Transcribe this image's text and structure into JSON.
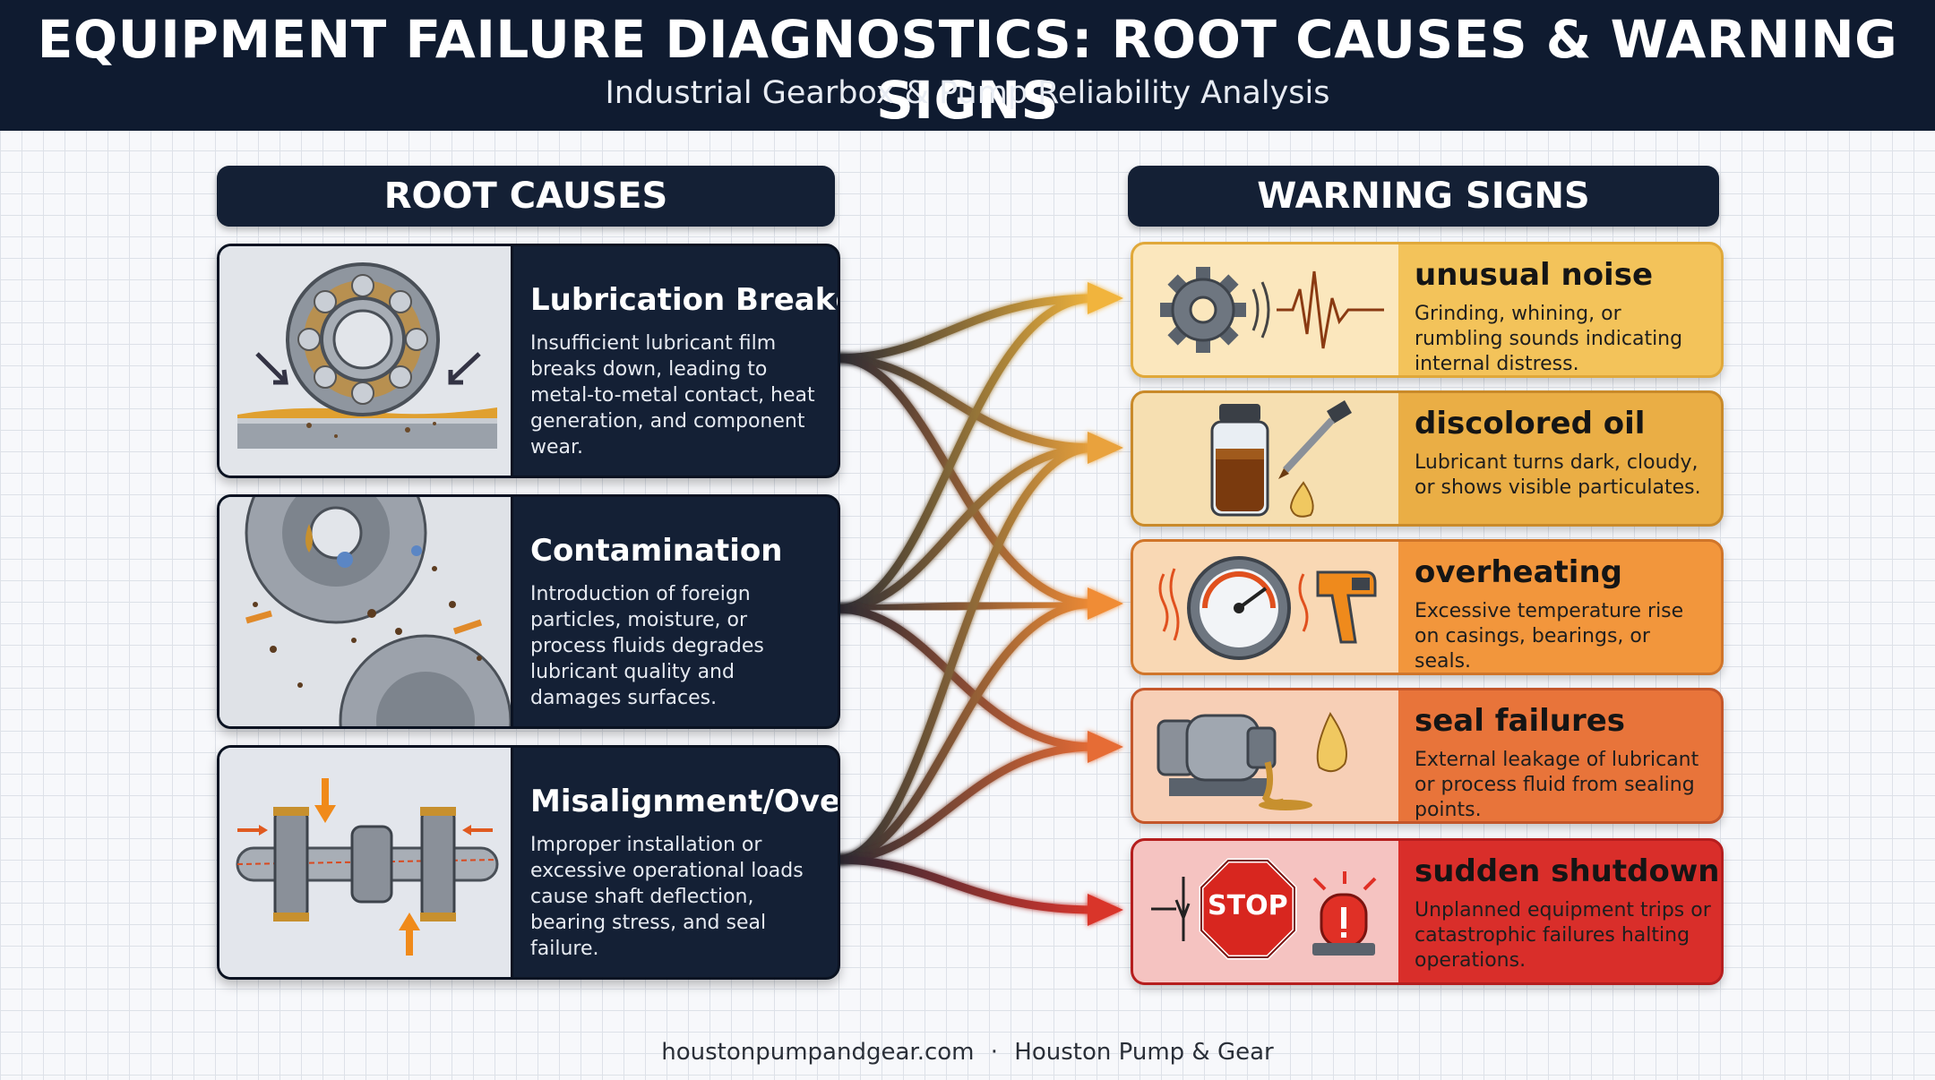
{
  "header": {
    "title": "EQUIPMENT FAILURE DIAGNOSTICS: ROOT CAUSES & WARNING SIGNS",
    "subtitle": "Industrial Gearbox & Pump Reliability Analysis"
  },
  "columns": {
    "left": "ROOT CAUSES",
    "right": "WARNING SIGNS"
  },
  "root_causes": [
    {
      "title": "Lubrication Breakdown",
      "description": "Insufficient lubricant film breaks down, leading to metal-to-metal contact, heat generation, and component wear.",
      "icon": "ball-bearing-icon"
    },
    {
      "title": "Contamination",
      "description": "Introduction of foreign particles, moisture, or process fluids degrades lubricant quality and damages surfaces.",
      "icon": "meshing-gears-icon"
    },
    {
      "title": "Misalignment/Overload",
      "description": "Improper installation or excessive operational loads cause shaft deflection, bearing stress, and seal failure.",
      "icon": "misaligned-shaft-icon"
    }
  ],
  "warning_signs": [
    {
      "title": "unusual noise",
      "description": "Grinding, whining, or rumbling sounds indicating internal distress.",
      "color": "#f3c35a",
      "icon": "gear-soundwave-icon"
    },
    {
      "title": "discolored oil",
      "description": "Lubricant turns dark, cloudy, or shows visible particulates.",
      "color": "#eaae45",
      "icon": "oil-sample-icon"
    },
    {
      "title": "overheating",
      "description": "Excessive temperature rise on casings, bearings, or seals.",
      "color": "#f2963c",
      "icon": "temperature-gauge-icon"
    },
    {
      "title": "seal failures",
      "description": "External leakage of lubricant or process fluid from sealing points.",
      "color": "#e8743a",
      "icon": "leaking-pump-icon"
    },
    {
      "title": "sudden shutdowns",
      "description": "Unplanned equipment trips or catastrophic failures halting operations.",
      "color": "#d92e2a",
      "icon": "stop-sign-icon"
    }
  ],
  "connections": [
    {
      "from": 0,
      "to": 0
    },
    {
      "from": 0,
      "to": 1
    },
    {
      "from": 0,
      "to": 2
    },
    {
      "from": 1,
      "to": 0
    },
    {
      "from": 1,
      "to": 1
    },
    {
      "from": 1,
      "to": 2
    },
    {
      "from": 1,
      "to": 3
    },
    {
      "from": 2,
      "to": 1
    },
    {
      "from": 2,
      "to": 2
    },
    {
      "from": 2,
      "to": 3
    },
    {
      "from": 2,
      "to": 4
    }
  ],
  "footer": {
    "site": "houstonpumpandgear.com",
    "separator": "·",
    "company": "Houston Pump & Gear"
  }
}
